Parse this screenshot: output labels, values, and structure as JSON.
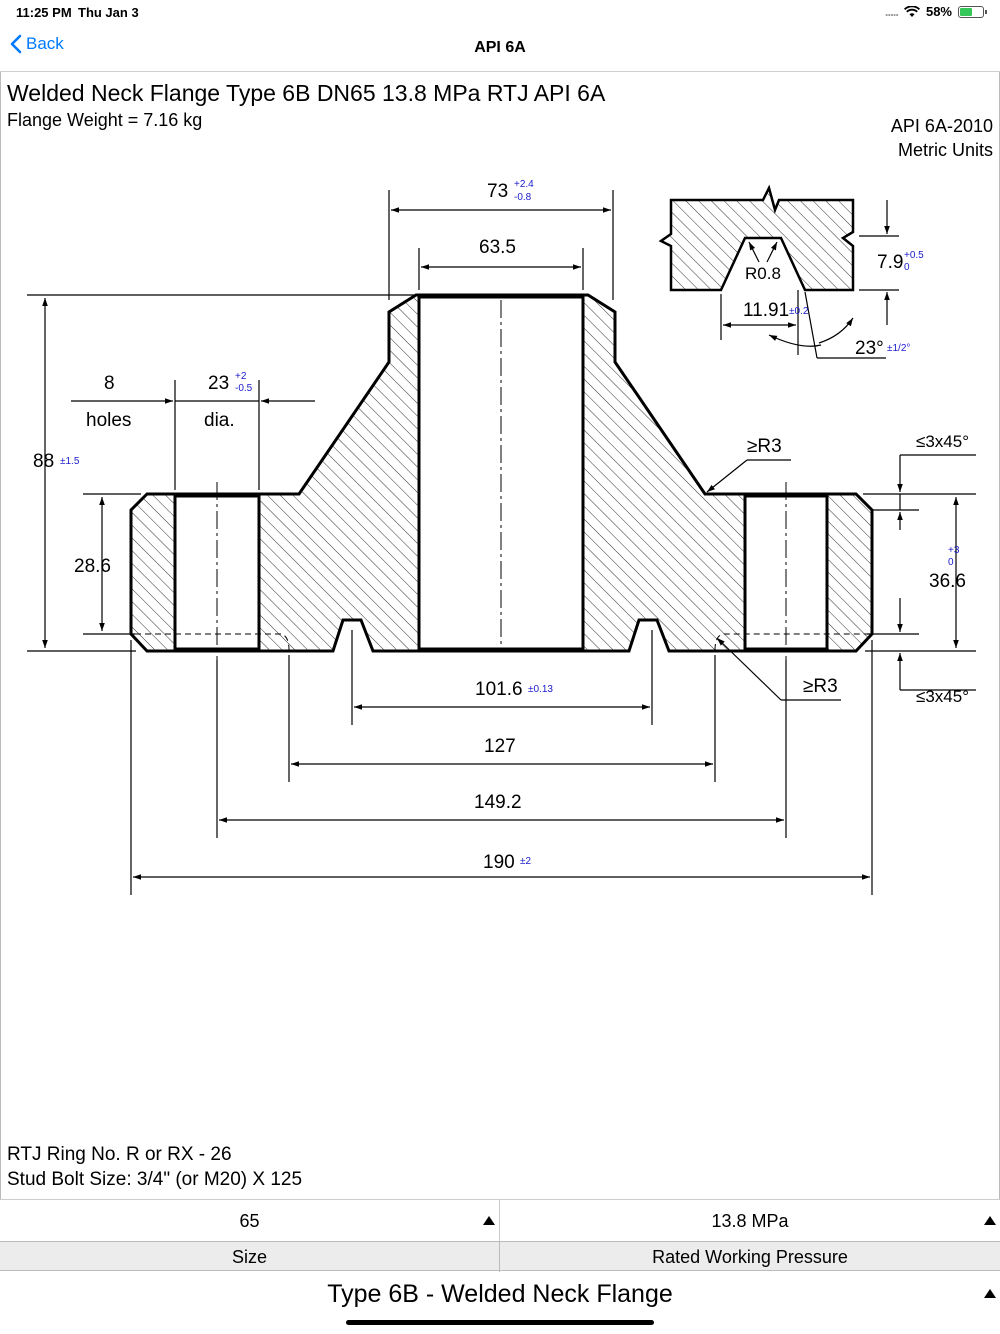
{
  "status": {
    "time": "11:25 PM",
    "date": "Thu Jan 3",
    "battery": "58%",
    "battery_level": 0.58,
    "signal": "....."
  },
  "nav": {
    "back_label": "Back",
    "title": "API 6A"
  },
  "header": {
    "title": "Welded Neck Flange Type 6B DN65 13.8 MPa RTJ API 6A",
    "weight": "Flange Weight = 7.16 kg",
    "standard": "API 6A-2010",
    "units": "Metric Units"
  },
  "drawing": {
    "dim_73": "73",
    "tol_73_plus": "+2.4",
    "tol_73_minus": "-0.8",
    "dim_63_5": "63.5",
    "dim_88": "88",
    "tol_88": "±1.5",
    "holes_count": "8",
    "holes_label": "holes",
    "dim_23": "23",
    "tol_23_plus": "+2",
    "tol_23_minus": "-0.5",
    "dia_label": "dia.",
    "dim_28_6": "28.6",
    "r3_top": "≥R3",
    "chamfer_top": "≤3x45°",
    "tol_36_6_plus": "+3",
    "tol_36_6_minus": "0",
    "dim_36_6": "36.6",
    "r3_bottom": "≥R3",
    "chamfer_bottom": "≤3x45°",
    "dim_101_6": "101.6",
    "tol_101_6": "±0.13",
    "dim_127": "127",
    "dim_149_2": "149.2",
    "dim_190": "190",
    "tol_190": "±2",
    "r0_8": "R0.8",
    "dim_7_9": "7.9",
    "tol_7_9_plus": "+0.5",
    "tol_7_9_minus": "0",
    "dim_11_91": "11.91",
    "tol_11_91": "±0.2",
    "angle_23": "23°",
    "tol_angle": "±1/2°"
  },
  "footer": {
    "ring": "RTJ Ring No. R or RX - 26",
    "bolt": "Stud Bolt Size: 3/4\" (or M20) X 125"
  },
  "selectors": {
    "size_value": "65",
    "pressure_value": "13.8 MPa",
    "size_label": "Size",
    "pressure_label": "Rated Working Pressure",
    "type_value": "Type 6B - Welded Neck Flange"
  }
}
